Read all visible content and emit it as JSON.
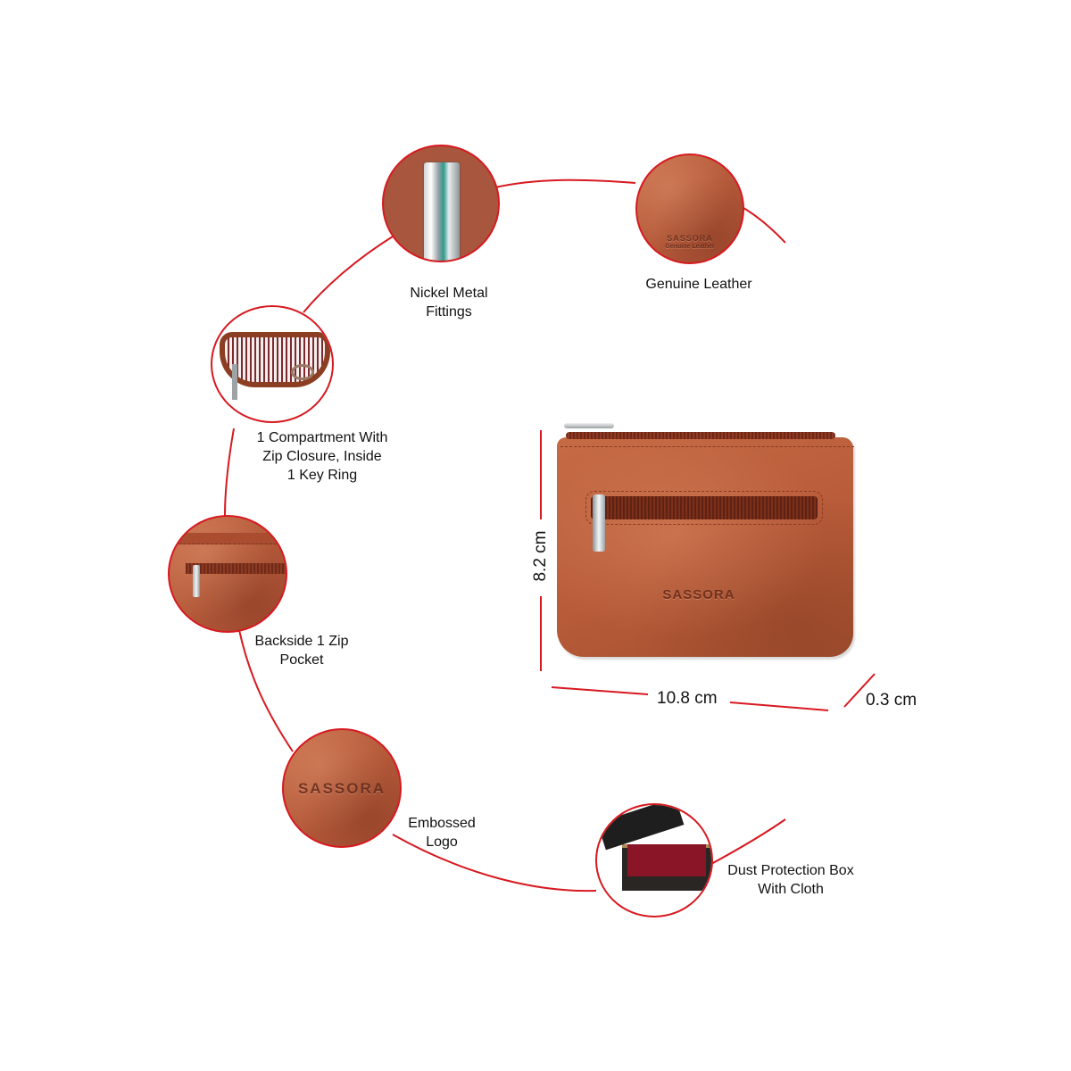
{
  "brand": "SASSORA",
  "accent_color": "#d71920",
  "leather_color": "#b95a3c",
  "features": [
    {
      "id": "nickel",
      "label_line1": "Nickel Metal",
      "label_line2": "Fittings",
      "icon": "metal-fitting-icon"
    },
    {
      "id": "leather",
      "label_line1": "Genuine Leather",
      "label_line2": "",
      "icon": "leather-swatch-icon",
      "emboss_line1": "SASSORA",
      "emboss_line2": "Genuine Leather"
    },
    {
      "id": "compartment",
      "label_line1": "1 Compartment With",
      "label_line2": "Zip Closure, Inside",
      "label_line3": "1 Key Ring",
      "icon": "open-compartment-icon"
    },
    {
      "id": "backside",
      "label_line1": "Backside 1 Zip",
      "label_line2": "Pocket",
      "icon": "zip-pocket-icon"
    },
    {
      "id": "logo",
      "label_line1": "Embossed",
      "label_line2": "Logo",
      "icon": "embossed-logo-icon",
      "emboss_line1": "SASSORA"
    },
    {
      "id": "box",
      "label_line1": "Dust Protection Box",
      "label_line2": "With Cloth",
      "icon": "gift-box-icon"
    }
  ],
  "product": {
    "logo_text": "SASSORA",
    "dimensions": {
      "height": "8.2 cm",
      "width": "10.8 cm",
      "depth": "0.3 cm"
    }
  }
}
